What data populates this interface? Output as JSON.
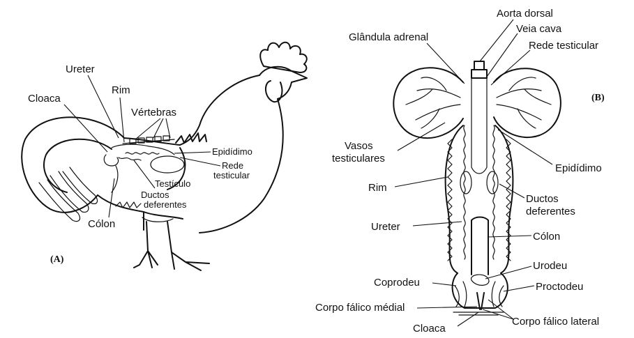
{
  "panel_a": {
    "tag": "(A)",
    "labels": {
      "ureter": "Ureter",
      "rim": "Rim",
      "cloaca": "Cloaca",
      "vertebras": "Vértebras",
      "epididimo": "Epidídimo",
      "rede_testicular_1": "Rede",
      "rede_testicular_2": "testicular",
      "testiculo": "Testículo",
      "ductos_1": "Ductos",
      "ductos_2": "deferentes",
      "colon": "Cólon"
    }
  },
  "panel_b": {
    "tag": "(B)",
    "labels": {
      "aorta_dorsal": "Aorta dorsal",
      "glandula_adrenal": "Glândula adrenal",
      "veia_cava": "Veia cava",
      "rede_testicular": "Rede testicular",
      "vasos_1": "Vasos",
      "vasos_2": "testiculares",
      "epididimo": "Epidídimo",
      "rim": "Rim",
      "ductos_1": "Ductos",
      "ductos_2": "deferentes",
      "ureter": "Ureter",
      "colon": "Cólon",
      "urodeu": "Urodeu",
      "coprodeu": "Coprodeu",
      "proctodeu": "Proctodeu",
      "corpo_medial": "Corpo fálico médial",
      "corpo_lateral": "Corpo fálico lateral",
      "cloaca": "Cloaca"
    }
  }
}
